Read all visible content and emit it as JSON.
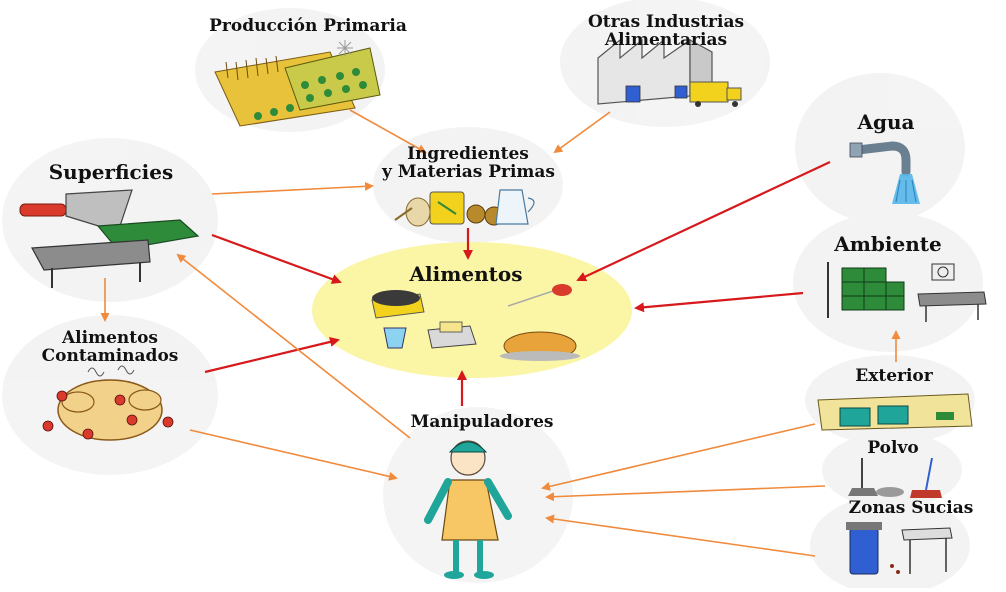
{
  "nodes": {
    "produccion": {
      "label": "Producción Primaria"
    },
    "otras": {
      "line1": "Otras Industrias",
      "line2": "Alimentarias"
    },
    "ingredientes": {
      "line1": "Ingredientes",
      "line2": "y Materias Primas"
    },
    "superficies": {
      "label": "Superficies"
    },
    "agua": {
      "label": "Agua"
    },
    "alimentos": {
      "label": "Alimentos"
    },
    "ambiente": {
      "label": "Ambiente"
    },
    "contaminados": {
      "line1": "Alimentos",
      "line2": "Contaminados"
    },
    "exterior": {
      "label": "Exterior"
    },
    "manipuladores": {
      "label": "Manipuladores"
    },
    "polvo": {
      "label": "Polvo"
    },
    "zonas": {
      "label": "Zonas Sucias"
    }
  },
  "edges": [
    {
      "from": "produccion",
      "to": "ingredientes",
      "color": "orange"
    },
    {
      "from": "otras",
      "to": "ingredientes",
      "color": "orange"
    },
    {
      "from": "superficies",
      "to": "ingredientes",
      "color": "orange"
    },
    {
      "from": "ingredientes",
      "to": "alimentos",
      "color": "red"
    },
    {
      "from": "superficies",
      "to": "alimentos",
      "color": "red"
    },
    {
      "from": "agua",
      "to": "alimentos",
      "color": "red"
    },
    {
      "from": "ambiente",
      "to": "alimentos",
      "color": "red"
    },
    {
      "from": "contaminados",
      "to": "alimentos",
      "color": "red"
    },
    {
      "from": "manipuladores",
      "to": "alimentos",
      "color": "red"
    },
    {
      "from": "superficies",
      "to": "contaminados",
      "color": "orange"
    },
    {
      "from": "manipuladores",
      "to": "superficies",
      "color": "orange"
    },
    {
      "from": "contaminados",
      "to": "manipuladores",
      "color": "orange"
    },
    {
      "from": "exterior",
      "to": "ambiente",
      "color": "orange"
    },
    {
      "from": "exterior",
      "to": "manipuladores",
      "color": "orange"
    },
    {
      "from": "polvo",
      "to": "manipuladores",
      "color": "orange"
    },
    {
      "from": "zonas",
      "to": "manipuladores",
      "color": "orange"
    }
  ],
  "colors": {
    "red_arrow": "#d7191c",
    "orange_arrow": "#f08a3c",
    "center_fill": "#fbf5a6",
    "node_fill": "#f2f2f2",
    "illus_green": "#2e8b3a",
    "illus_yellow": "#e8c23a",
    "illus_blue": "#2f5fd0",
    "illus_teal": "#1fa59a",
    "illus_red": "#d93a2b"
  }
}
